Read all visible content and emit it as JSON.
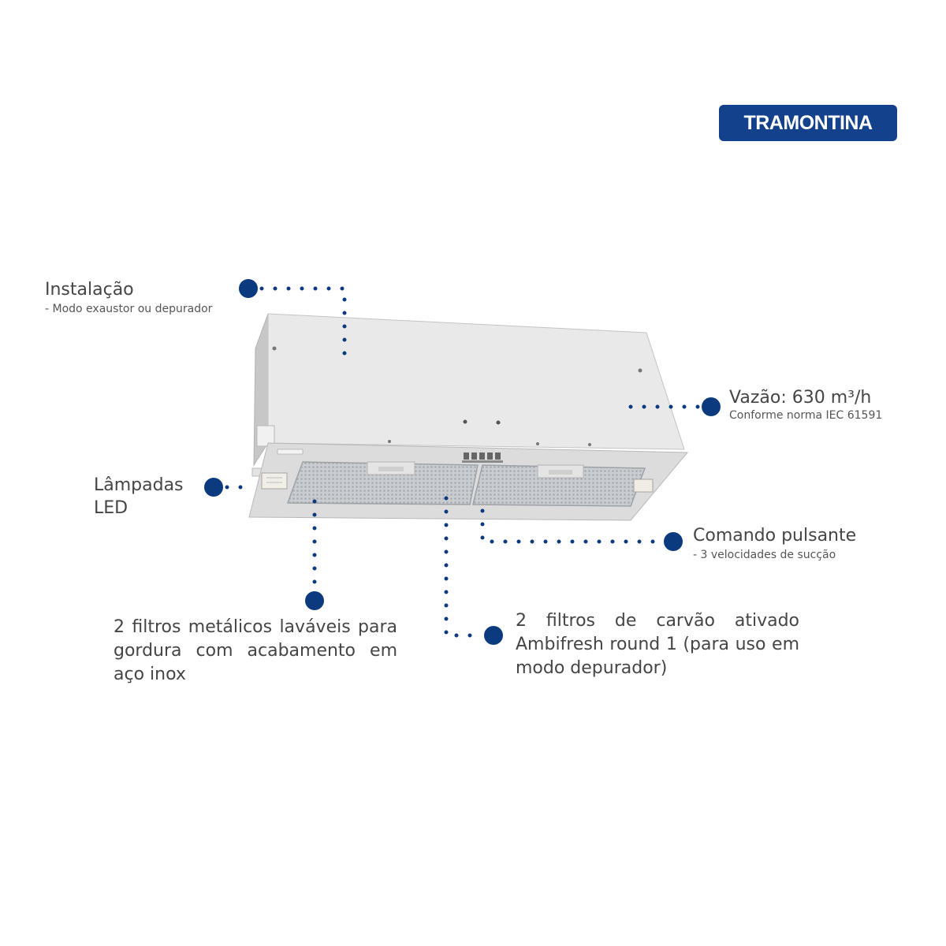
{
  "brand": {
    "logo_text": "TRAMONTINA",
    "color": "#14418b"
  },
  "accent": {
    "dot_color": "#0b3a7e"
  },
  "callouts": {
    "instalacao": {
      "title": "Instalação",
      "subtitle": "- Modo exaustor ou depurador"
    },
    "vazao": {
      "title": "Vazão: 630 m³/h",
      "subtitle": "Conforme norma IEC 61591"
    },
    "lampadas": {
      "line1": "Lâmpadas",
      "line2": "LED"
    },
    "comando": {
      "title": "Comando pulsante",
      "subtitle": "- 3 velocidades de sucção"
    },
    "filtros_metalicos": {
      "text": "2 filtros metálicos laváveis para gordura com acabamento em aço inox"
    },
    "filtros_carvao": {
      "text": "2 filtros de carvão ativado Ambifresh round 1 (para uso em modo depurador)"
    }
  }
}
